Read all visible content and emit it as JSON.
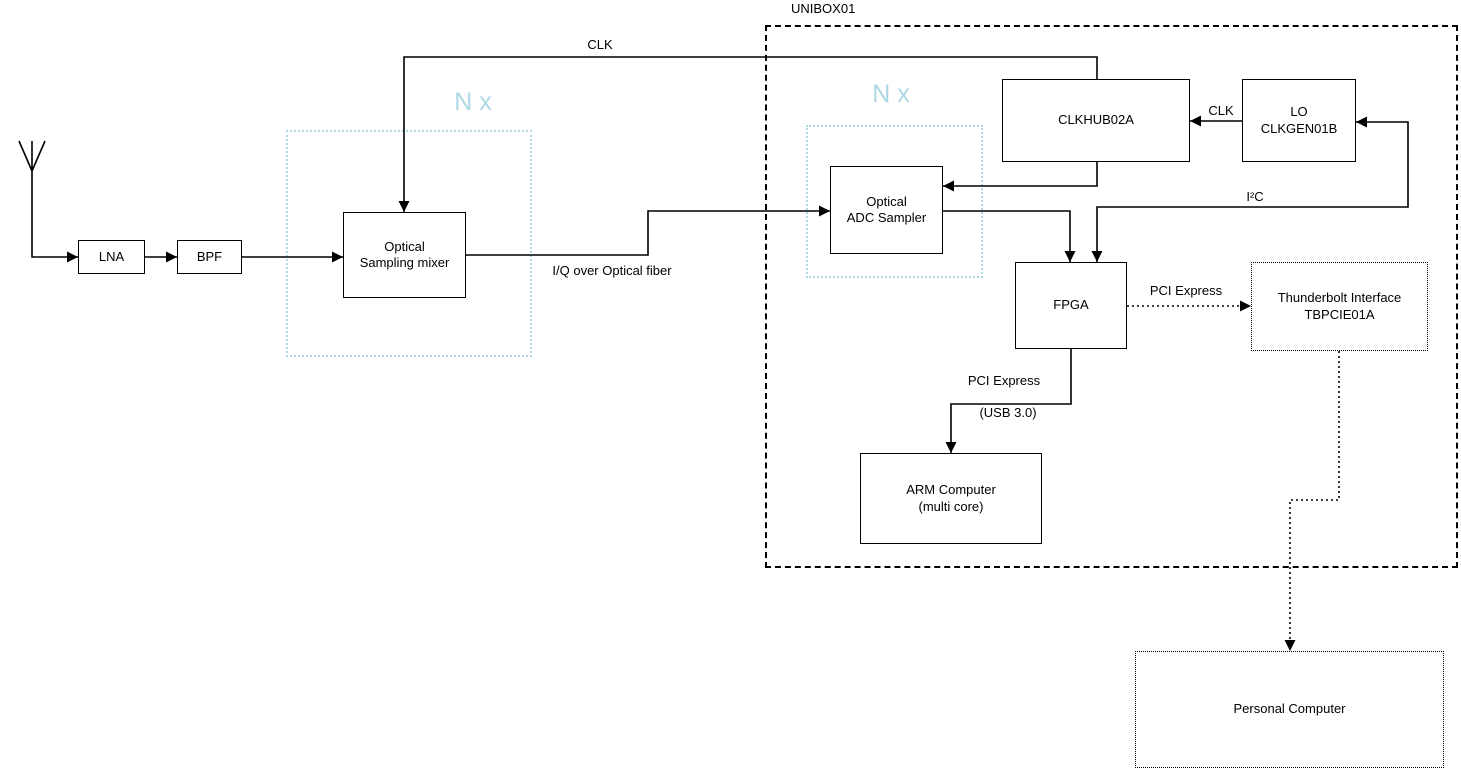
{
  "diagram": {
    "title": "UNIBOX01",
    "groups": {
      "mixer_group": "N x",
      "adc_group": "N x"
    },
    "nodes": {
      "lna": "LNA",
      "bpf": "BPF",
      "mixer": "Optical\nSampling mixer",
      "adc": "Optical\nADC Sampler",
      "clkhub": "CLKHUB02A",
      "lo": "LO\nCLKGEN01B",
      "fpga": "FPGA",
      "thunderbolt": "Thunderbolt Interface\nTBPCIE01A",
      "arm": "ARM Computer\n(multi core)",
      "pc": "Personal Computer"
    },
    "edge_labels": {
      "clk_top": "CLK",
      "iq_fiber": "I/Q over Optical fiber",
      "clk_lo": "CLK",
      "i2c": "I²C",
      "pcie_tb": "PCI Express",
      "pcie_arm": "PCI Express",
      "usb": "(USB 3.0)"
    },
    "colors": {
      "line": "#000000",
      "group_accent": "#add8e6",
      "background": "#ffffff"
    }
  }
}
